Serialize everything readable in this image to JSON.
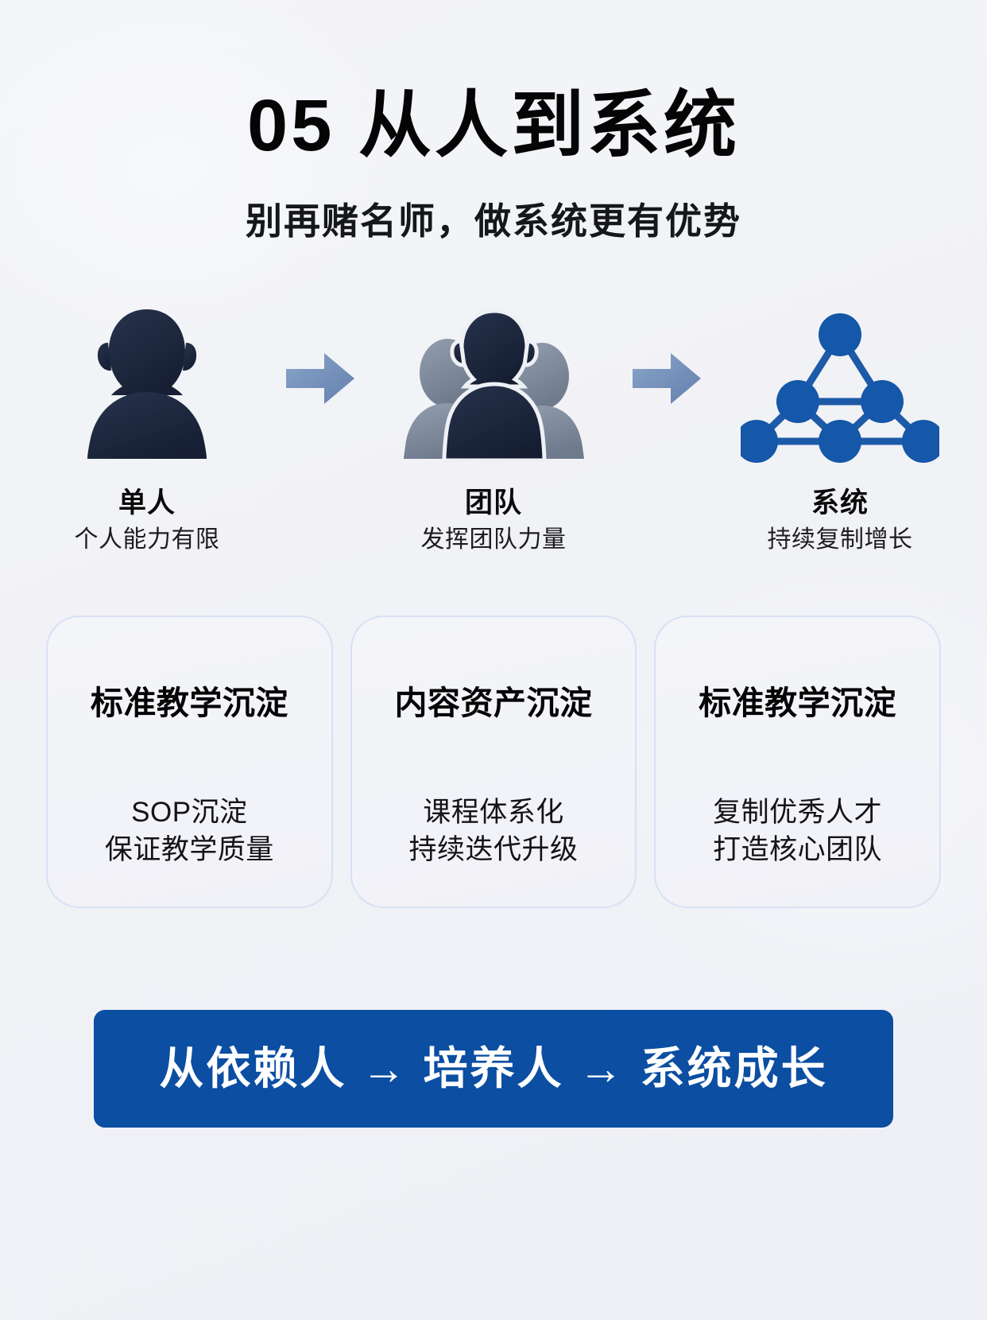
{
  "header": {
    "title": "05 从人到系统",
    "subtitle": "别再赌名师，做系统更有优势"
  },
  "stages": [
    {
      "icon": "single-person-icon",
      "label": "单人",
      "desc": "个人能力有限"
    },
    {
      "icon": "team-group-icon",
      "label": "团队",
      "desc": "发挥团队力量"
    },
    {
      "icon": "network-nodes-icon",
      "label": "系统",
      "desc": "持续复制增长"
    }
  ],
  "arrows": [
    {
      "icon": "arrow-right-icon"
    },
    {
      "icon": "arrow-right-icon"
    }
  ],
  "cards": [
    {
      "title": "标准教学沉淀",
      "line1": "SOP沉淀",
      "line2": "保证教学质量"
    },
    {
      "title": "内容资产沉淀",
      "line1": "课程体系化",
      "line2": "持续迭代升级"
    },
    {
      "title": "标准教学沉淀",
      "line1": "复制优秀人才",
      "line2": "打造核心团队"
    }
  ],
  "banner": {
    "text": "从依赖人 → 培养人 → 系统成长"
  },
  "colors": {
    "background": "#f2f3f7",
    "title": "#050505",
    "banner_blue": "#0b4ea2",
    "node_blue": "#1557a8",
    "person_navy": "#1b2740",
    "person_gray": "#808b9d",
    "arrow_blue": "#7593c0",
    "card_border": "#d8e1f4"
  }
}
